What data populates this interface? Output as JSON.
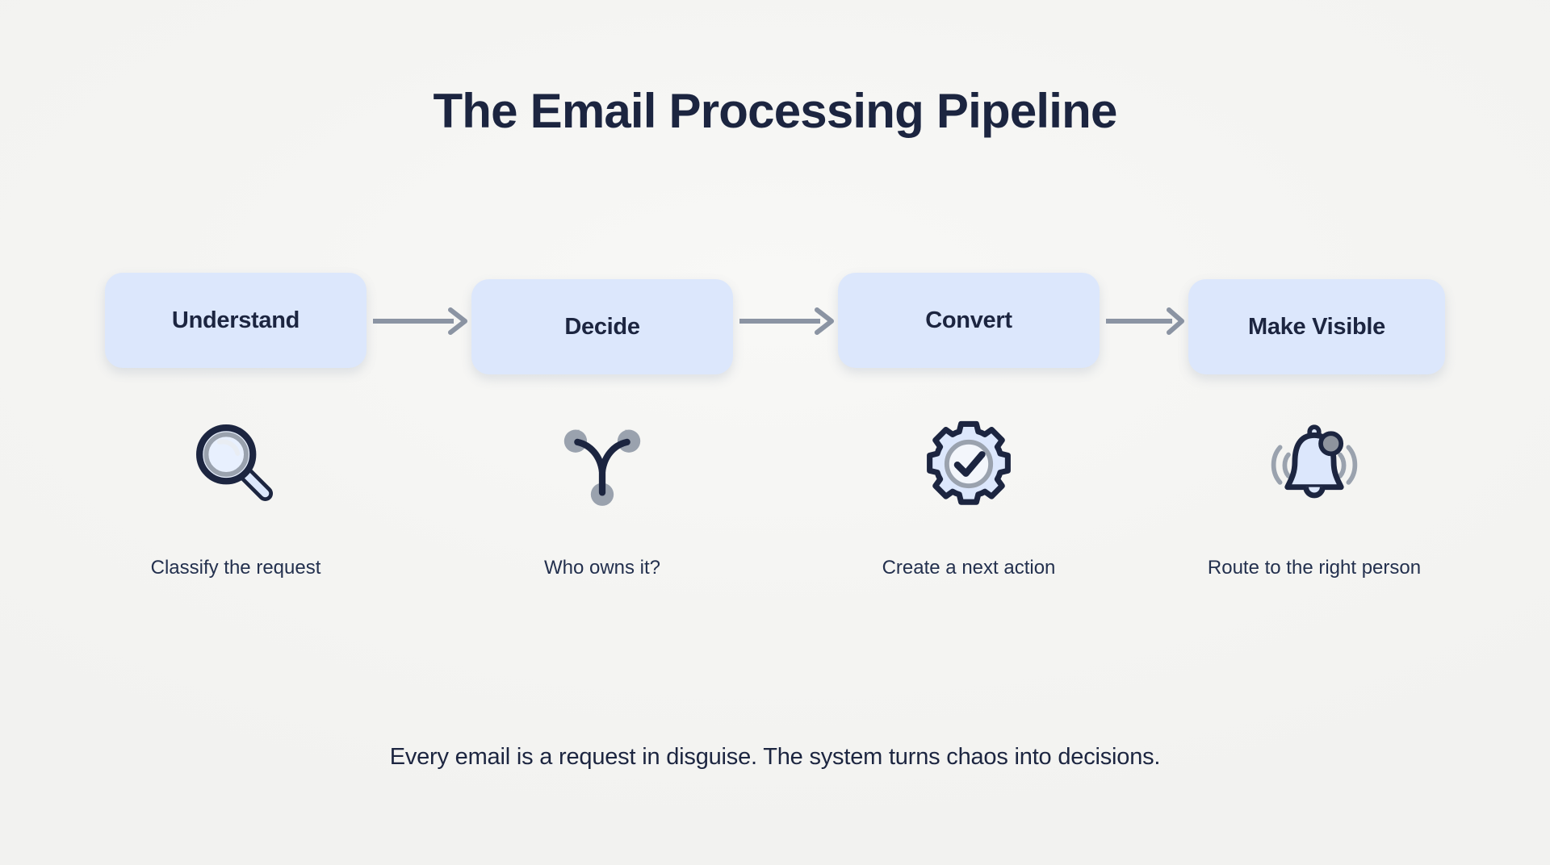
{
  "page": {
    "title": "The Email Processing Pipeline",
    "footer_note": "Every email is a request in disguise. The system turns chaos into decisions.",
    "background_color": "#f5f5f3",
    "text_color": "#1c2540",
    "accent_box_color": "#dce7fc",
    "arrow_color": "#8b94a3",
    "icon_outline_color": "#1c2540",
    "icon_fill_color": "#dce7fc",
    "icon_gray_color": "#9aa2ae"
  },
  "pipeline": {
    "stages": [
      {
        "label": "Understand",
        "caption": "Classify the request",
        "icon": "magnifier-icon"
      },
      {
        "label": "Decide",
        "caption": "Who owns it?",
        "icon": "branch-fork-icon"
      },
      {
        "label": "Convert",
        "caption": "Create a next action",
        "icon": "gear-check-icon"
      },
      {
        "label": "Make Visible",
        "caption": "Route to the right person",
        "icon": "bell-icon"
      }
    ],
    "connectors": [
      {
        "name": "arrow-right-icon"
      },
      {
        "name": "arrow-right-icon"
      },
      {
        "name": "arrow-right-icon"
      }
    ]
  }
}
